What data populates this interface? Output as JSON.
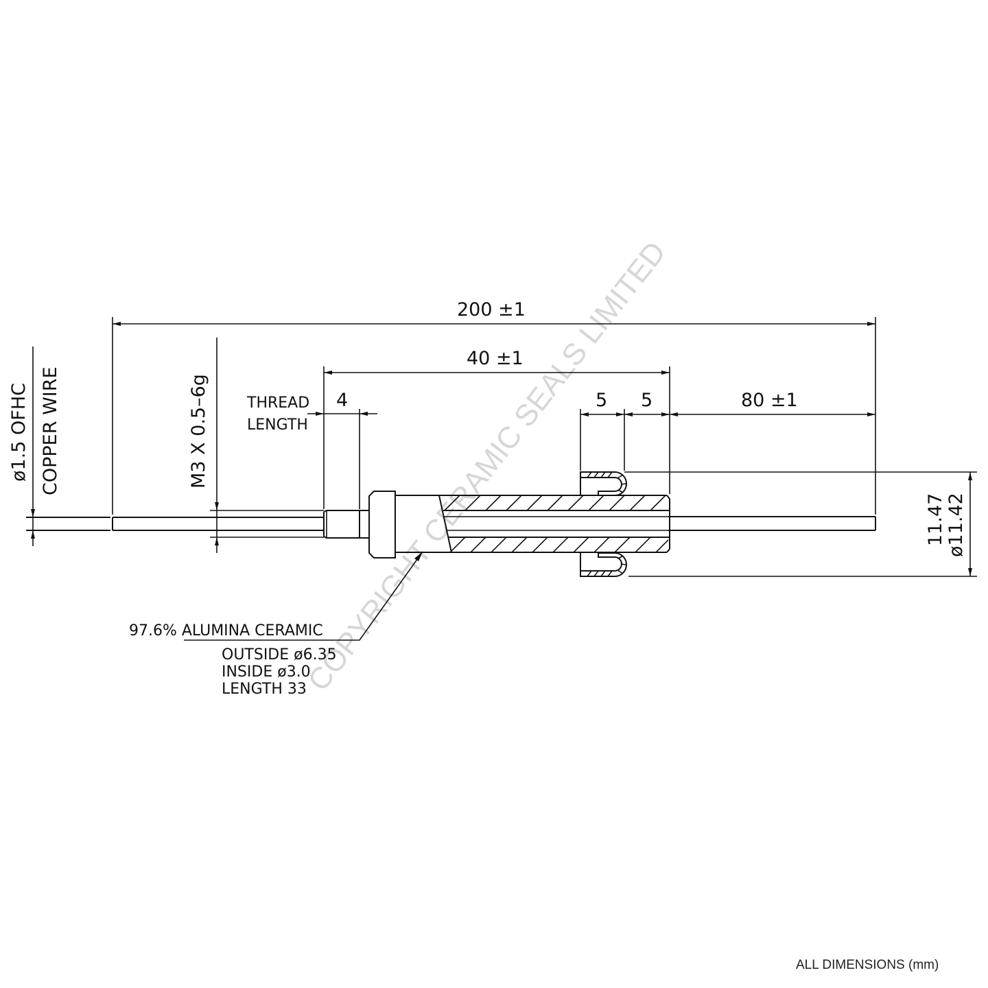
{
  "drawing": {
    "dimensions": {
      "overall_length": "200  ±1",
      "body_length": "40  ±1",
      "thread_length_label_line1": "THREAD",
      "thread_length_label_line2": "LENGTH",
      "thread_length_value": "4",
      "flange_offset_a": "5",
      "flange_offset_b": "5",
      "wire_tail_length": "80  ±1",
      "flange_height": "11.47",
      "flange_diameter": "ø11.42"
    },
    "wire_label": {
      "line1": "ø1.5  OFHC",
      "line2": "COPPER  WIRE"
    },
    "thread_spec": "M3  X  0.5–6g",
    "ceramic_label": {
      "title": "97.6% ALUMINA  CERAMIC",
      "outside": "OUTSIDE  ø6.35",
      "inside": "INSIDE  ø3.0",
      "length": "LENGTH  33"
    },
    "watermark": "COPYRIGHT CERAMIC SEALS LIMITED",
    "units_note": "ALL DIMENSIONS (mm)"
  }
}
